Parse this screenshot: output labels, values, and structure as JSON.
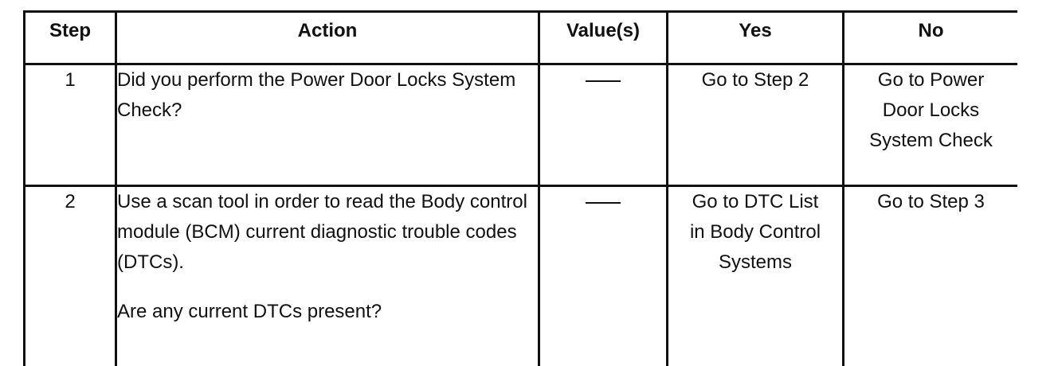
{
  "table": {
    "headers": [
      "Step",
      "Action",
      "Value(s)",
      "Yes",
      "No"
    ],
    "rows": [
      {
        "step": "1",
        "action": [
          "Did you perform the Power Door Locks System Check?"
        ],
        "value": "—",
        "yes": [
          "Go to Step 2"
        ],
        "no": [
          "Go to Power",
          "Door Locks",
          "System Check"
        ]
      },
      {
        "step": "2",
        "action": [
          "Use a scan tool in order to read the Body control module (BCM) current diagnostic trouble codes (DTCs).",
          "Are any current DTCs present?"
        ],
        "value": "—",
        "yes": [
          "Go to DTC List",
          "in Body Control",
          "Systems"
        ],
        "no": [
          "Go to Step 3"
        ]
      }
    ]
  }
}
